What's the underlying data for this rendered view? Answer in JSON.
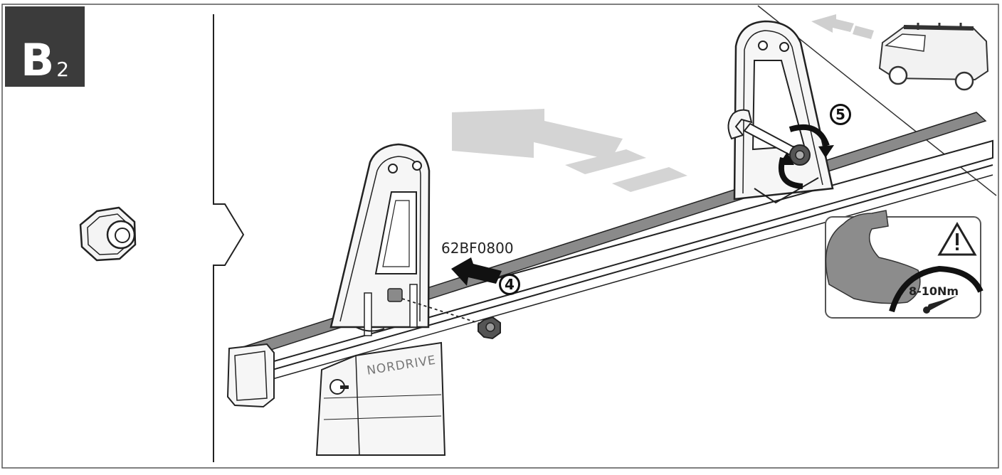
{
  "step": {
    "letter": "B",
    "number": "2"
  },
  "labels": {
    "part_code": "62BF0800",
    "torque": "8-10Nm",
    "brand": "NORDRIVE",
    "step_a": "4",
    "step_b": "5"
  },
  "colors": {
    "badge": "#3b3b3b",
    "line": "#222222",
    "rail_grip": "#8a8a8a",
    "ghost_arrow": "#d4d4d4",
    "muscle": "#8c8c8c"
  },
  "icons": [
    "hex-nut-icon",
    "direction-arrow-icon",
    "wrench-icon",
    "rotation-arrow-icon",
    "warning-icon",
    "bicep-icon",
    "gauge-icon",
    "van-icon",
    "push-arrow-icon"
  ]
}
